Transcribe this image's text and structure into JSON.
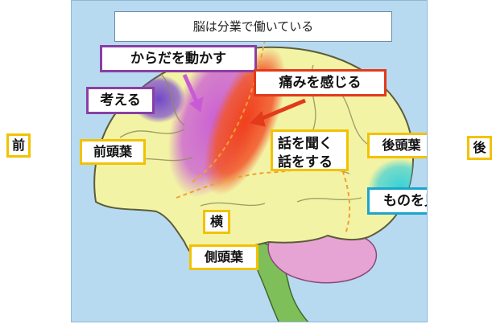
{
  "diagram": {
    "title": "脳は分業で働いている",
    "direction_front": "前",
    "direction_back": "後",
    "lobes": {
      "frontal": "前頭葉",
      "occipital": "後頭葉",
      "temporal": "側頭葉",
      "side": "横"
    },
    "functions": {
      "move_body": "からだを動かす",
      "think": "考える",
      "feel_pain": "痛みを感じる",
      "listen_line1": "話を聞く",
      "listen_line2": "話をする",
      "see": "ものを見る"
    },
    "colors": {
      "background": "#b7daf0",
      "brain": "#f3f3a6",
      "cerebellum": "#e6a4d4",
      "brainstem": "#7fbf5a",
      "motor_area": "#c95ad6",
      "sensory_area": "#f04a22",
      "think_area": "#7b4ad0",
      "visual_area": "#3ed0d8",
      "label_border_yellow": "#f2c200",
      "label_border_purple": "#8a3fa3",
      "label_border_red": "#e23a1a",
      "label_border_blue": "#1aa5cc"
    }
  }
}
